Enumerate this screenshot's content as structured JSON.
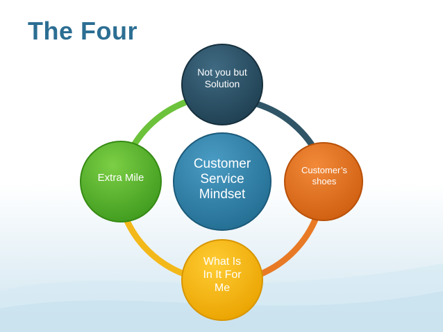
{
  "slide": {
    "title": "The Four"
  },
  "diagram": {
    "center": {
      "lines": [
        "Customer",
        "Service",
        "Mindset"
      ]
    },
    "nodes": {
      "top": {
        "lines": [
          "Not you but",
          "Solution"
        ]
      },
      "right": {
        "lines": [
          "Customer’s",
          "shoes"
        ]
      },
      "bottom": {
        "lines": [
          "What Is",
          "In It For",
          "Me"
        ]
      },
      "left": {
        "lines": [
          "Extra Mile"
        ]
      }
    }
  },
  "colors": {
    "title": "#2c6e93",
    "center": "#2e7fa6",
    "top": "#274b5f",
    "right": "#e2711d",
    "bottom": "#f5b800",
    "left": "#57b52b"
  }
}
